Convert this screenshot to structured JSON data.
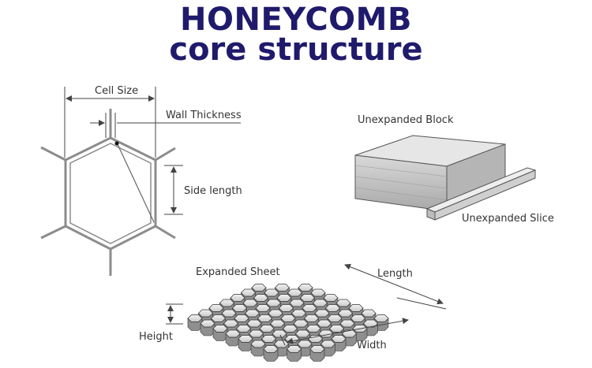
{
  "title": {
    "line1": "HONEYCOMB",
    "line2": "core structure"
  },
  "labels": {
    "cell_size": "Cell Size",
    "wall_thickness": "Wall Thickness",
    "side_length": "Side length",
    "unexpanded_block": "Unexpanded Block",
    "unexpanded_slice": "Unexpanded Slice",
    "expanded_sheet": "Expanded Sheet",
    "length": "Length",
    "width": "Width",
    "height": "Height"
  }
}
